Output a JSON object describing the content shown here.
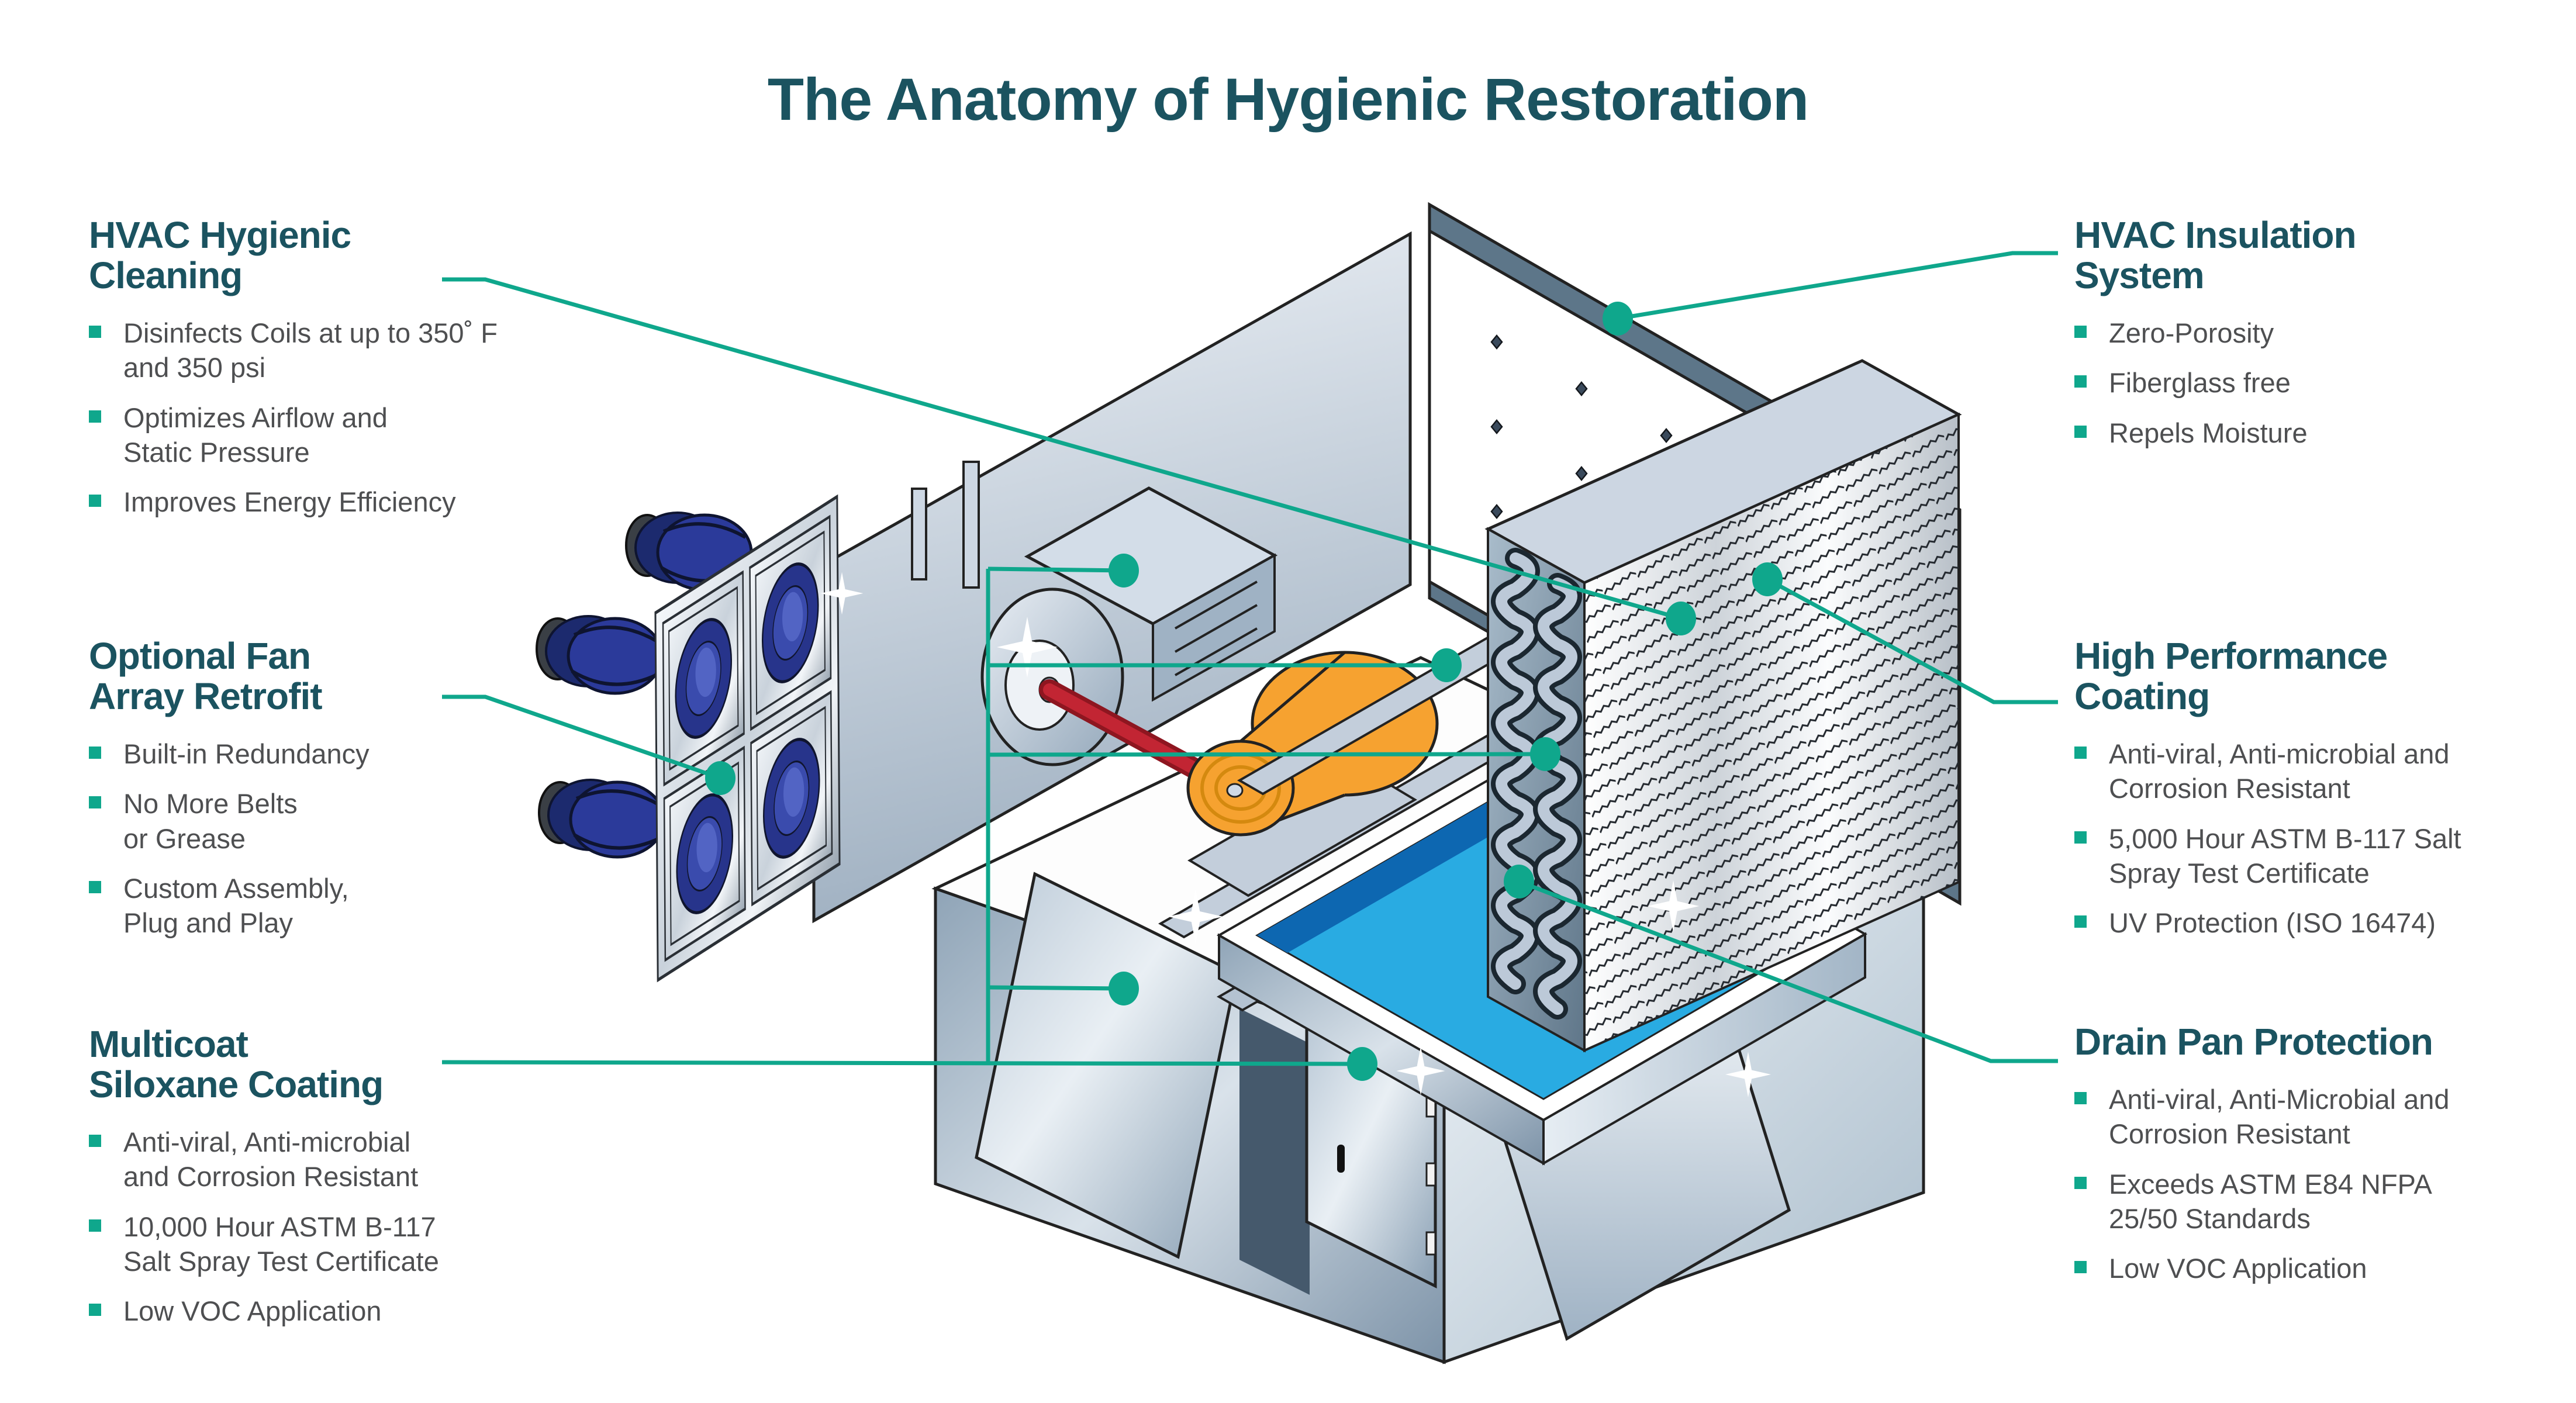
{
  "title": "The Anatomy of Hygienic Restoration",
  "colors": {
    "accent": "#0FA78C",
    "heading": "#1B5360",
    "body_text": "#4E4F51",
    "pan_blue": "#29ABE2",
    "pan_navy": "#0D67B1",
    "motor_orange": "#F6A230",
    "belt_red": "#C22533",
    "belt_dark": "#8E1620",
    "fan_navy": "#27348B",
    "fan_blue": "#3A4BAD",
    "steel_light": "#D3DDE8",
    "steel_mid": "#AEBDCD",
    "slate_frame": "#5D7689",
    "outline": "#222222"
  },
  "sections": {
    "left": [
      {
        "id": "hvac-hygienic-cleaning",
        "heading": "HVAC Hygienic\nCleaning",
        "bullets": [
          "Disinfects Coils at up to 350˚ F\nand 350 psi",
          "Optimizes Airflow and\nStatic Pressure",
          "Improves Energy Efficiency"
        ]
      },
      {
        "id": "optional-fan-array-retrofit",
        "heading": "Optional Fan\nArray Retrofit",
        "bullets": [
          "Built-in Redundancy",
          "No More Belts\nor Grease",
          "Custom Assembly,\nPlug and Play"
        ]
      },
      {
        "id": "multicoat-siloxane-coating",
        "heading": "Multicoat\nSiloxane Coating",
        "bullets": [
          "Anti-viral, Anti-microbial\nand Corrosion Resistant",
          "10,000 Hour ASTM B-117\nSalt Spray Test Certificate",
          "Low VOC Application"
        ]
      }
    ],
    "right": [
      {
        "id": "hvac-insulation-system",
        "heading": "HVAC Insulation\nSystem",
        "bullets": [
          "Zero-Porosity",
          "Fiberglass free",
          "Repels Moisture"
        ]
      },
      {
        "id": "high-performance-coating",
        "heading": "High Performance\nCoating",
        "bullets": [
          "Anti-viral, Anti-microbial and\nCorrosion Resistant",
          "5,000 Hour ASTM B-117 Salt\nSpray Test Certificate",
          "UV Protection (ISO 16474)"
        ]
      },
      {
        "id": "drain-pan-protection",
        "heading": "Drain Pan Protection",
        "bullets": [
          "Anti-viral, Anti-Microbial and\nCorrosion Resistant",
          "Exceeds ASTM E84 NFPA\n25/50 Standards",
          "Low VOC Application"
        ]
      }
    ]
  },
  "illustration": {
    "parts": [
      "insulation-panel",
      "fan-array",
      "blower-housing",
      "fan-motor",
      "drive-belt",
      "cooling-coil",
      "coil-fins",
      "drain-pan",
      "support-rails",
      "cabinet",
      "access-door"
    ]
  }
}
